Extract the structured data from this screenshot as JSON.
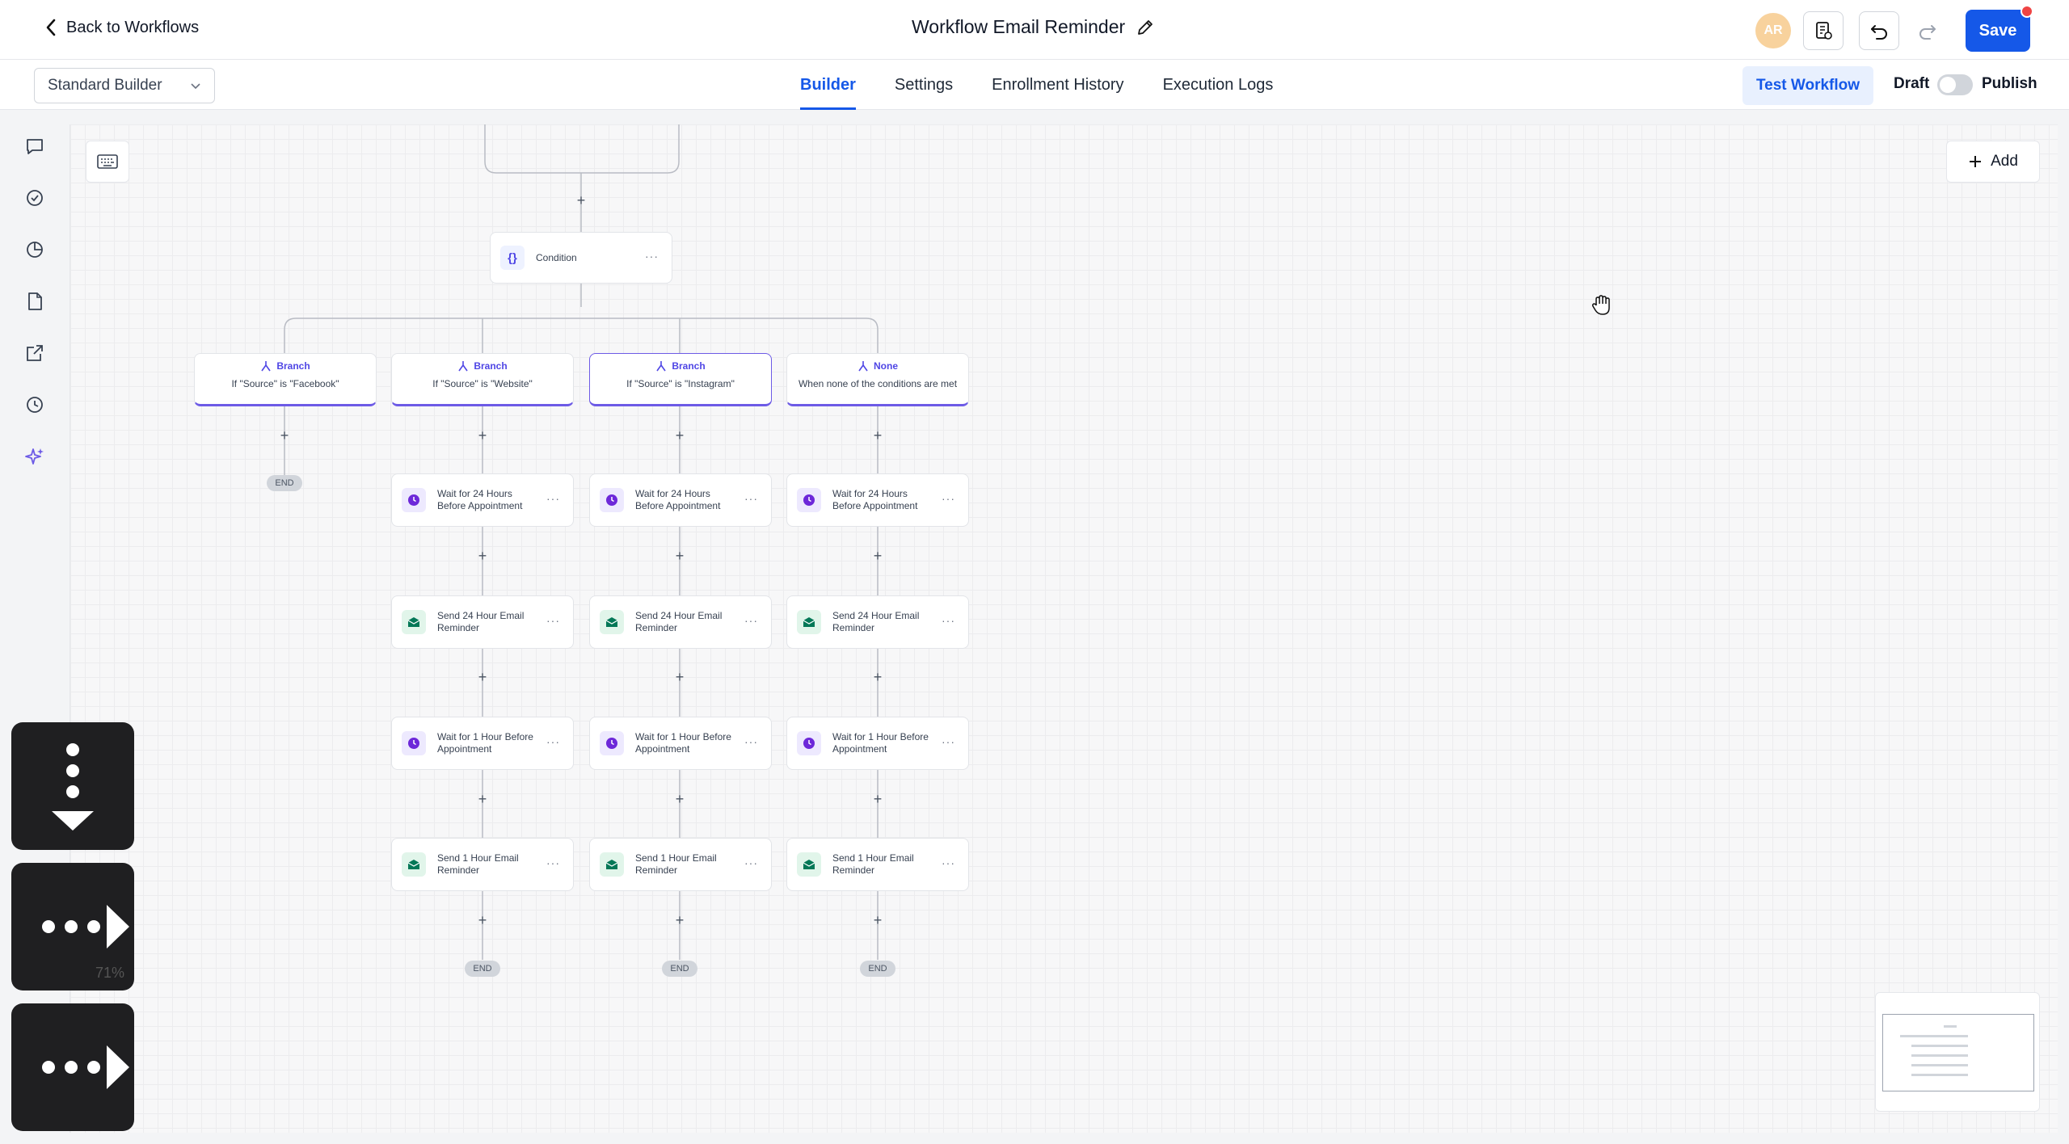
{
  "header": {
    "back_label": "Back to Workflows",
    "title": "Workflow Email Reminder",
    "avatar_initials": "AR",
    "save_label": "Save"
  },
  "subbar": {
    "builder_select": "Standard Builder",
    "tabs": [
      {
        "label": "Builder",
        "active": true
      },
      {
        "label": "Settings",
        "active": false
      },
      {
        "label": "Enrollment History",
        "active": false
      },
      {
        "label": "Execution Logs",
        "active": false
      }
    ],
    "test_label": "Test Workflow",
    "draft_label": "Draft",
    "publish_label": "Publish"
  },
  "canvas": {
    "add_label": "Add",
    "zoom_label": "71%",
    "condition": {
      "label": "Condition",
      "icon": "{}"
    },
    "branches": [
      {
        "type": "Branch",
        "desc": "If \"Source\" is \"Facebook\""
      },
      {
        "type": "Branch",
        "desc": "If \"Source\" is \"Website\""
      },
      {
        "type": "Branch",
        "desc": "If \"Source\" is \"Instagram\""
      },
      {
        "type": "None",
        "desc": "When none of the conditions are met"
      }
    ],
    "end_label": "END",
    "steps": [
      {
        "label": "Wait for 24 Hours Before Appointment",
        "icon": "clock-icon"
      },
      {
        "label": "Send 24 Hour Email Reminder",
        "icon": "email-icon"
      },
      {
        "label": "Wait for 1 Hour Before Appointment",
        "icon": "clock-icon"
      },
      {
        "label": "Send 1 Hour Email Reminder",
        "icon": "email-icon"
      }
    ]
  },
  "colors": {
    "primary": "#1558e8",
    "branch_accent": "#6d5be6",
    "wait_icon": "#6d28d9",
    "email_icon": "#047857"
  }
}
